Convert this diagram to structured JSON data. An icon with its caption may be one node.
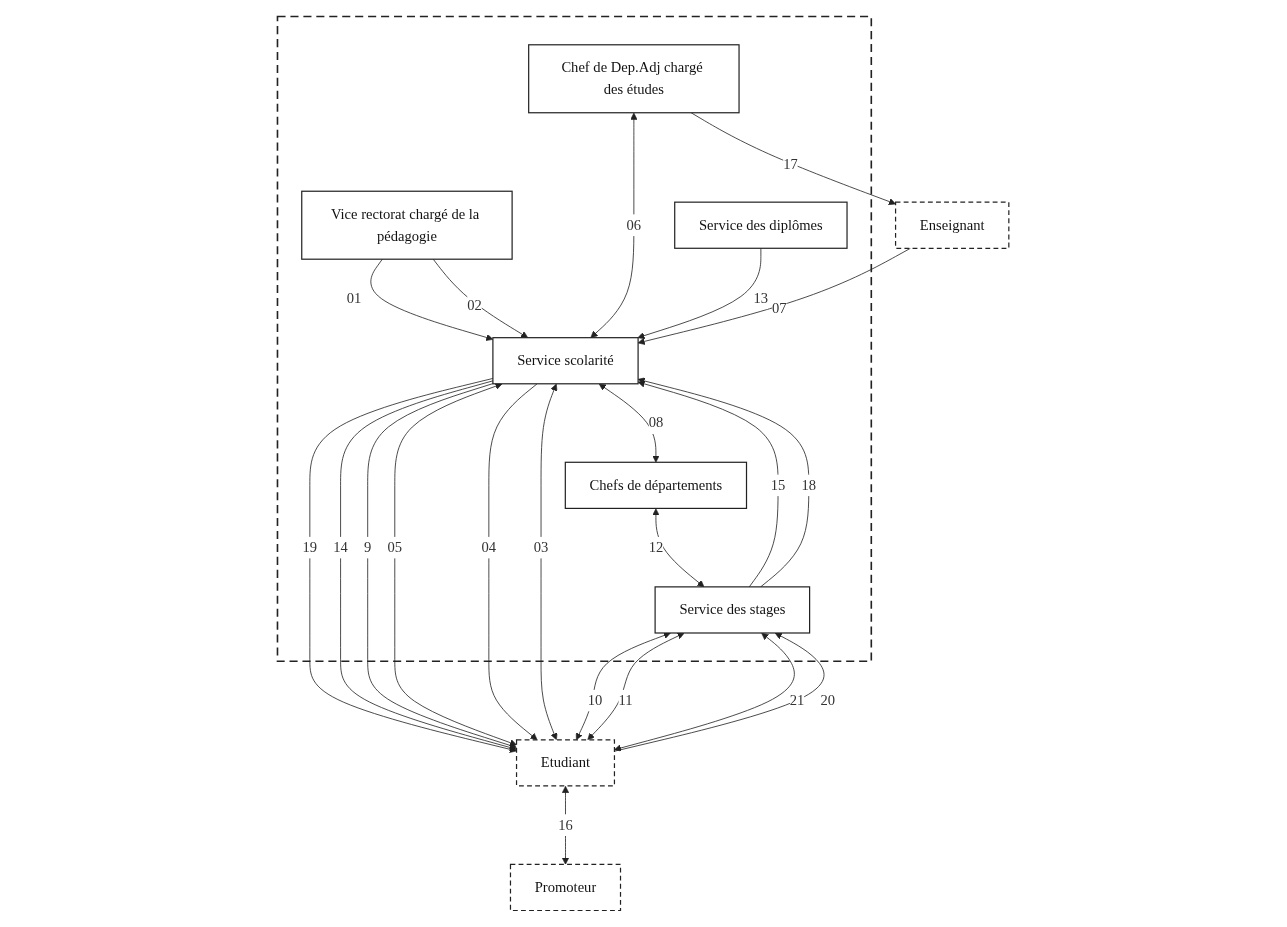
{
  "diagram": {
    "nodes": [
      {
        "text": [],
        "shape": "box"
      },
      {
        "text": [
          "Chef de Dep.Adj chargé des études"
        ],
        "in": 0
      },
      {
        "text": [
          "Vice rectorat chargé de la pédagogie"
        ],
        "in": 0
      },
      {
        "text": [
          "Chefs de départements"
        ],
        "in": 0
      },
      {
        "text": [
          "Service scolarité"
        ],
        "in": 0
      },
      {
        "text": [
          "Service des stages"
        ],
        "in": 0
      },
      {
        "text": [
          "Service des diplômes"
        ],
        "in": 0
      },
      {
        "text": [
          "Enseignant"
        ]
      },
      {
        "text": [
          "Etudiant"
        ]
      },
      {
        "text": [
          "Promoteur"
        ]
      }
    ],
    "edges": [
      {
        "from": 1,
        "to": 7,
        "arrow": "to",
        "label": "17"
      },
      {
        "from": 2,
        "to": 4,
        "arrow": "to",
        "label": "01"
      },
      {
        "from": 2,
        "to": 4,
        "arrow": "to",
        "label": "02"
      },
      {
        "from": 1,
        "to": 4,
        "arrow": "both",
        "label": "06"
      },
      {
        "from": 4,
        "to": 3,
        "arrow": "both",
        "label": "08"
      },
      {
        "from": 3,
        "to": 5,
        "arrow": "both",
        "label": "12"
      },
      {
        "from": 6,
        "to": 4,
        "arrow": "to",
        "label": "13"
      },
      {
        "from": 5,
        "to": 4,
        "arrow": "to",
        "label": "15"
      },
      {
        "from": 5,
        "to": 4,
        "arrow": "to",
        "label": "18"
      },
      {
        "from": 7,
        "to": 4,
        "arrow": "to",
        "label": "07"
      },
      {
        "from": 4,
        "to": 8,
        "arrow": "to",
        "label": "19"
      },
      {
        "from": 4,
        "to": 8,
        "arrow": "to",
        "label": "14"
      },
      {
        "from": 4,
        "to": 8,
        "arrow": "to",
        "label": "9"
      },
      {
        "from": 4,
        "to": 8,
        "arrow": "both",
        "label": "05"
      },
      {
        "from": 4,
        "to": 8,
        "arrow": "to",
        "label": "04"
      },
      {
        "from": 4,
        "to": 8,
        "arrow": "both",
        "label": "03"
      },
      {
        "from": 8,
        "to": 5,
        "arrow": "to",
        "label": "20"
      },
      {
        "from": 5,
        "to": 8,
        "arrow": "both",
        "label": "10"
      },
      {
        "from": 5,
        "to": 8,
        "arrow": "both",
        "label": "11"
      },
      {
        "from": 5,
        "to": 8,
        "arrow": "both",
        "label": "21"
      },
      {
        "from": 8,
        "to": 9,
        "arrow": "both",
        "label": "16"
      }
    ]
  }
}
